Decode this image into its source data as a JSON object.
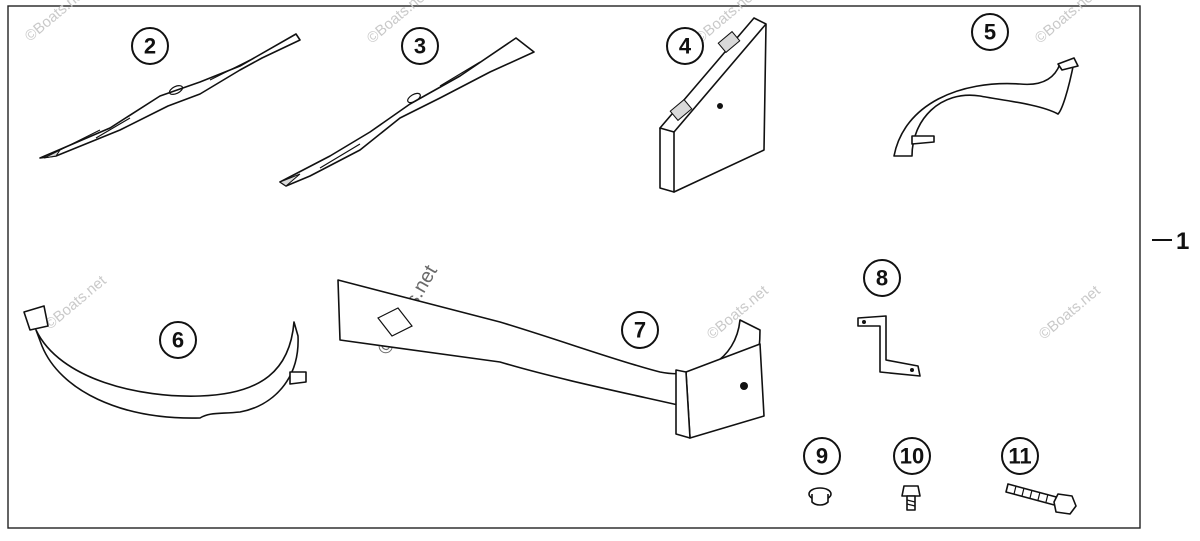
{
  "assembly_ref": "1",
  "callouts": {
    "c2": "2",
    "c3": "3",
    "c4": "4",
    "c5": "5",
    "c6": "6",
    "c7": "7",
    "c8": "8",
    "c9": "9",
    "c10": "10",
    "c11": "11"
  },
  "watermark": "©Boats.net"
}
